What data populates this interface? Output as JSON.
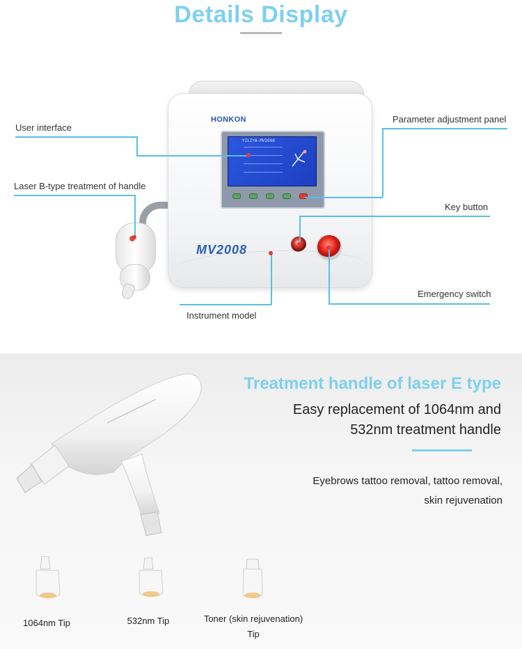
{
  "header": {
    "title": "Details Display"
  },
  "device": {
    "brand": "HONKON",
    "model_logo": "MV2008",
    "screen_text": "YILIYA-MV2008"
  },
  "callouts": {
    "user_interface": "User interface",
    "laser_b_handle": "Laser B-type treatment of handle",
    "parameter_panel": "Parameter adjustment panel",
    "key_button": "Key button",
    "emergency_switch": "Emergency switch",
    "instrument_model": "Instrument model"
  },
  "handle_section": {
    "title": "Treatment handle of laser E type",
    "subtitle_line1": "Easy replacement of 1064nm and",
    "subtitle_line2": "532nm treatment handle",
    "desc_line1": "Eyebrows tattoo removal, tattoo removal,",
    "desc_line2": "skin rejuvenation"
  },
  "tips": [
    {
      "label": "1064nm Tip"
    },
    {
      "label": "532nm Tip"
    },
    {
      "label_line1": "Toner (skin rejuvenation)",
      "label_line2": "Tip"
    }
  ],
  "colors": {
    "accent": "#7fd0ee",
    "callout_line": "#57bfe7",
    "marker": "#e33a31",
    "brand_blue": "#2a57a8"
  }
}
